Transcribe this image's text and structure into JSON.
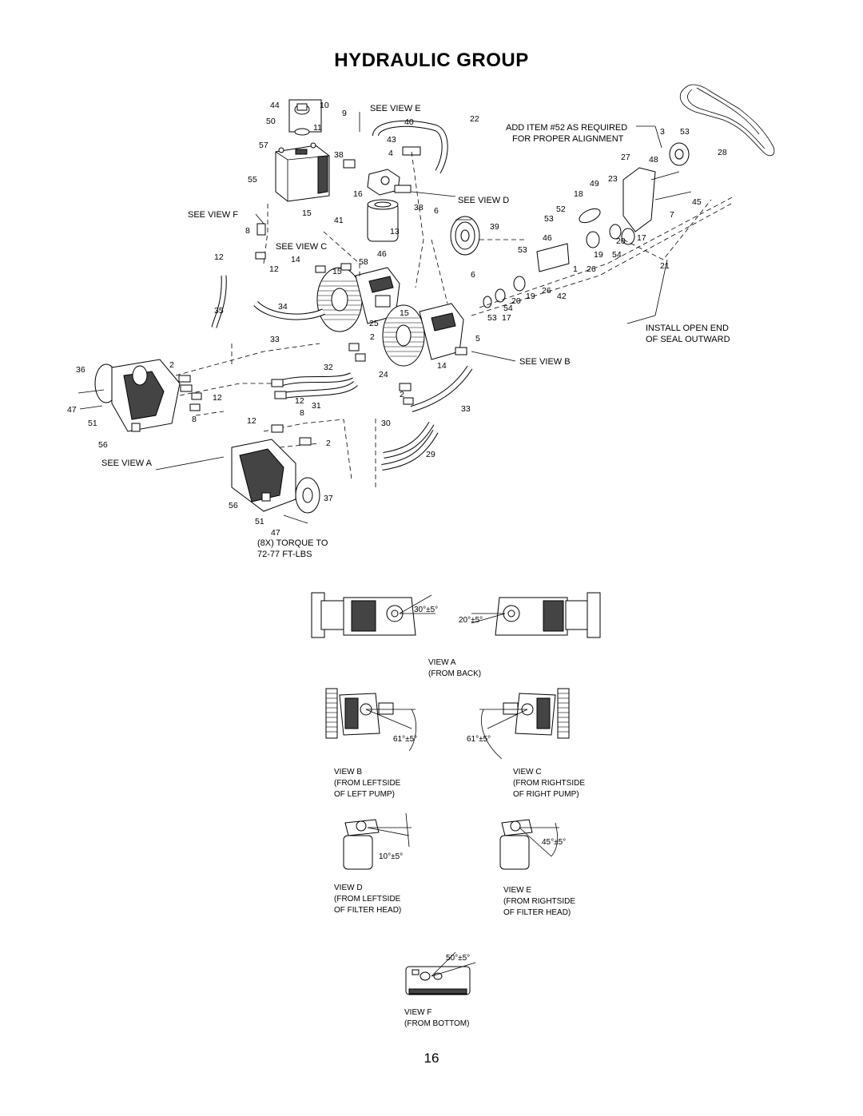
{
  "title": "HYDRAULIC GROUP",
  "page_number": "16",
  "callouts": [
    {
      "id": "c44",
      "text": "44"
    },
    {
      "id": "c10",
      "text": "10"
    },
    {
      "id": "c9",
      "text": "9"
    },
    {
      "id": "c50",
      "text": "50"
    },
    {
      "id": "c11",
      "text": "11"
    },
    {
      "id": "c57",
      "text": "57"
    },
    {
      "id": "c38a",
      "text": "38"
    },
    {
      "id": "c55",
      "text": "55"
    },
    {
      "id": "c40",
      "text": "40"
    },
    {
      "id": "c22",
      "text": "22"
    },
    {
      "id": "c43",
      "text": "43"
    },
    {
      "id": "c4",
      "text": "4"
    },
    {
      "id": "c16",
      "text": "16"
    },
    {
      "id": "c15a",
      "text": "15"
    },
    {
      "id": "c41",
      "text": "41"
    },
    {
      "id": "c38b",
      "text": "38"
    },
    {
      "id": "c13",
      "text": "13"
    },
    {
      "id": "c6a",
      "text": "6"
    },
    {
      "id": "c39",
      "text": "39"
    },
    {
      "id": "c8a",
      "text": "8"
    },
    {
      "id": "c12a",
      "text": "12"
    },
    {
      "id": "c14a",
      "text": "14"
    },
    {
      "id": "c12b",
      "text": "12"
    },
    {
      "id": "c15b",
      "text": "15"
    },
    {
      "id": "c58",
      "text": "58"
    },
    {
      "id": "c46",
      "text": "46"
    },
    {
      "id": "c6b",
      "text": "6"
    },
    {
      "id": "c35",
      "text": "35"
    },
    {
      "id": "c34",
      "text": "34"
    },
    {
      "id": "c25",
      "text": "25"
    },
    {
      "id": "c15c",
      "text": "15"
    },
    {
      "id": "c33a",
      "text": "33"
    },
    {
      "id": "c2a",
      "text": "2"
    },
    {
      "id": "c5",
      "text": "5"
    },
    {
      "id": "c36",
      "text": "36"
    },
    {
      "id": "c2b",
      "text": "2"
    },
    {
      "id": "c32",
      "text": "32"
    },
    {
      "id": "c14b",
      "text": "14"
    },
    {
      "id": "c24",
      "text": "24"
    },
    {
      "id": "c12c",
      "text": "12"
    },
    {
      "id": "c2c",
      "text": "2"
    },
    {
      "id": "c47a",
      "text": "47"
    },
    {
      "id": "c51a",
      "text": "51"
    },
    {
      "id": "c8b",
      "text": "8"
    },
    {
      "id": "c12d",
      "text": "12"
    },
    {
      "id": "c31",
      "text": "31"
    },
    {
      "id": "c8c",
      "text": "8"
    },
    {
      "id": "c12e",
      "text": "12"
    },
    {
      "id": "c33b",
      "text": "33"
    },
    {
      "id": "c30",
      "text": "30"
    },
    {
      "id": "c56a",
      "text": "56"
    },
    {
      "id": "c2d",
      "text": "2"
    },
    {
      "id": "c29",
      "text": "29"
    },
    {
      "id": "c56b",
      "text": "56"
    },
    {
      "id": "c37",
      "text": "37"
    },
    {
      "id": "c51b",
      "text": "51"
    },
    {
      "id": "c47b",
      "text": "47"
    },
    {
      "id": "c3",
      "text": "3"
    },
    {
      "id": "c53a",
      "text": "53"
    },
    {
      "id": "c28",
      "text": "28"
    },
    {
      "id": "c27",
      "text": "27"
    },
    {
      "id": "c48",
      "text": "48"
    },
    {
      "id": "c49",
      "text": "49"
    },
    {
      "id": "c23",
      "text": "23"
    },
    {
      "id": "c18",
      "text": "18"
    },
    {
      "id": "c45",
      "text": "45"
    },
    {
      "id": "c52",
      "text": "52"
    },
    {
      "id": "c7",
      "text": "7"
    },
    {
      "id": "c53b",
      "text": "53"
    },
    {
      "id": "c46b",
      "text": "46"
    },
    {
      "id": "c17a",
      "text": "17"
    },
    {
      "id": "c20a",
      "text": "20"
    },
    {
      "id": "c53c",
      "text": "53"
    },
    {
      "id": "c19a",
      "text": "19"
    },
    {
      "id": "c54a",
      "text": "54"
    },
    {
      "id": "c21",
      "text": "21"
    },
    {
      "id": "c1",
      "text": "1"
    },
    {
      "id": "c26a",
      "text": "26"
    },
    {
      "id": "c19b",
      "text": "19"
    },
    {
      "id": "c26b",
      "text": "26"
    },
    {
      "id": "c42",
      "text": "42"
    },
    {
      "id": "c20b",
      "text": "20"
    },
    {
      "id": "c54b",
      "text": "54"
    },
    {
      "id": "c53d",
      "text": "53"
    },
    {
      "id": "c17b",
      "text": "17"
    }
  ],
  "notes": {
    "see_view_e": "SEE VIEW E",
    "see_view_d": "SEE VIEW D",
    "see_view_f": "SEE VIEW F",
    "see_view_c": "SEE VIEW C",
    "see_view_b": "SEE VIEW B",
    "see_view_a": "SEE VIEW A",
    "add_item_1": "ADD ITEM #52 AS REQUIRED",
    "add_item_2": "FOR PROPER ALIGNMENT",
    "install_1": "INSTALL OPEN END",
    "install_2": "OF SEAL OUTWARD",
    "torque_1": "(8X) TORQUE TO",
    "torque_2": "72-77 FT-LBS"
  },
  "views": {
    "a_angle_1": "30°±5°",
    "a_angle_2": "20°±5°",
    "a_title": "VIEW A",
    "a_sub": "(FROM BACK)",
    "b_angle": "61°±5°",
    "c_angle": "61°±5°",
    "b_title": "VIEW B",
    "b_sub1": "(FROM LEFTSIDE",
    "b_sub2": "OF LEFT PUMP)",
    "c_title": "VIEW C",
    "c_sub1": "(FROM RIGHTSIDE",
    "c_sub2": "OF RIGHT PUMP)",
    "d_angle": "10°±5°",
    "e_angle": "45°±5°",
    "d_title": "VIEW D",
    "d_sub1": "(FROM LEFTSIDE",
    "d_sub2": "OF FILTER HEAD)",
    "e_title": "VIEW E",
    "e_sub1": "(FROM RIGHTSIDE",
    "e_sub2": "OF FILTER HEAD)",
    "f_angle": "50°±5°",
    "f_title": "VIEW F",
    "f_sub": "(FROM BOTTOM)"
  }
}
